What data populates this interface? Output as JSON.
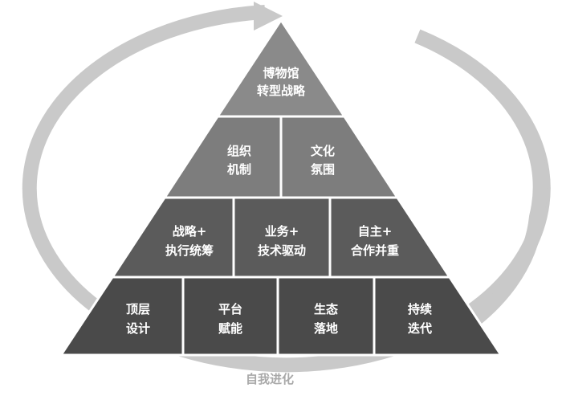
{
  "loop_label": "自我进化",
  "colors": {
    "loop": "#c9c9c9",
    "tier_top": "#8a8a8a",
    "tier_second": "#7d7d7d",
    "tier_third": "#5b5b5b",
    "tier_base": "#4a4a4a",
    "divider": "#ffffff"
  },
  "tiers": {
    "top": [
      {
        "line1": "博物馆",
        "line2": "转型战略"
      }
    ],
    "second": [
      {
        "line1": "组织",
        "line2": "机制"
      },
      {
        "line1": "文化",
        "line2": "氛围"
      }
    ],
    "third": [
      {
        "line1": "战略+",
        "line2": "执行统筹"
      },
      {
        "line1": "业务+",
        "line2": "技术驱动"
      },
      {
        "line1": "自主+",
        "line2": "合作并重"
      }
    ],
    "base": [
      {
        "line1": "顶层",
        "line2": "设计"
      },
      {
        "line1": "平台",
        "line2": "赋能"
      },
      {
        "line1": "生态",
        "line2": "落地"
      },
      {
        "line1": "持续",
        "line2": "迭代"
      }
    ]
  }
}
